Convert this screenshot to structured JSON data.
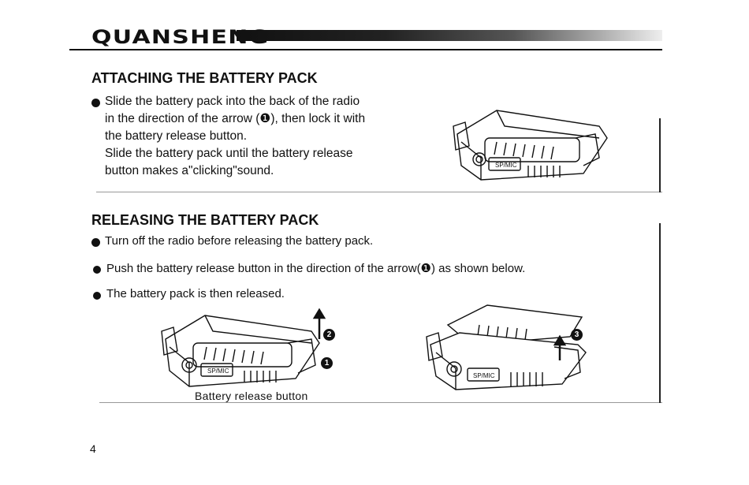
{
  "header": {
    "brand": "QUANSHENG"
  },
  "section_attach": {
    "title": "ATTACHING THE BATTERY PACK",
    "lines": [
      "Slide the battery pack into the back of the radio",
      "in the direction of the arrow (❶), then lock it with",
      "the battery release button.",
      "Slide the battery pack until the battery release",
      "button makes a\"clicking\"sound."
    ]
  },
  "section_release": {
    "title": "RELEASING THE BATTERY PACK",
    "steps": [
      "Turn off the radio before releasing the battery pack.",
      "Push the battery release button in the direction of the arrow(❶) as shown below.",
      "The battery pack is then released."
    ],
    "caption": "Battery release button",
    "badges": [
      "2",
      "1",
      "3"
    ]
  },
  "device_label": "SP/MIC",
  "page_number": "4"
}
